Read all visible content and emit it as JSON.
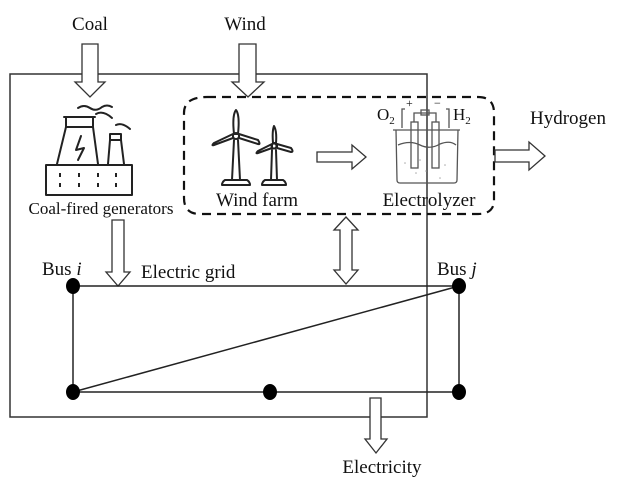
{
  "diagram": {
    "inputs": {
      "coal": "Coal",
      "wind": "Wind"
    },
    "components": {
      "coal_generators": "Coal-fired generators",
      "wind_farm": "Wind farm",
      "electrolyzer": "Electrolyzer",
      "electrolyzer_o2": "O",
      "electrolyzer_o2_sub": "2",
      "electrolyzer_h2": "H",
      "electrolyzer_h2_sub": "2",
      "electrolyzer_plus": "+",
      "electrolyzer_minus": "−"
    },
    "outputs": {
      "hydrogen": "Hydrogen",
      "electricity": "Electricity"
    },
    "grid": {
      "label": "Electric grid",
      "bus_i": "Bus ",
      "bus_i_var": "i",
      "bus_j": "Bus ",
      "bus_j_var": "j"
    }
  }
}
